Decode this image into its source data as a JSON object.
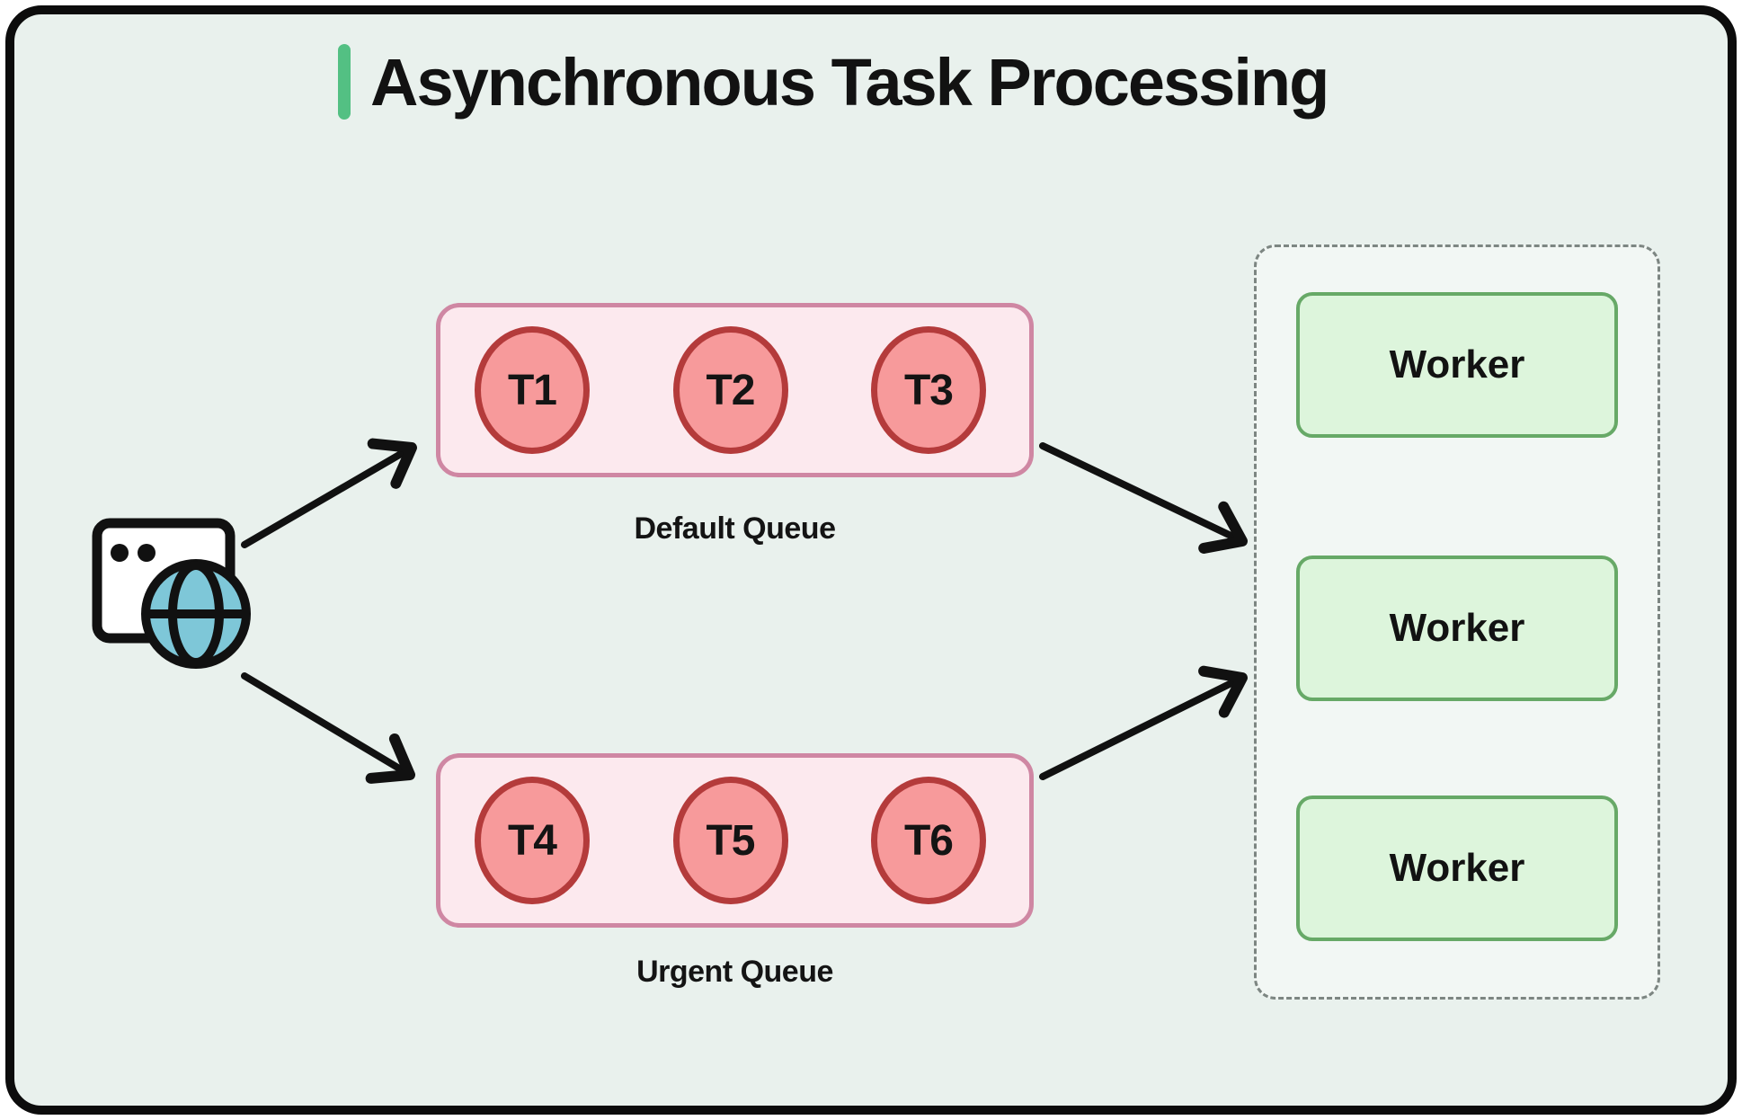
{
  "diagram": {
    "title": "Asynchronous Task Processing",
    "client": {
      "icon": "browser-globe-icon"
    },
    "queues": [
      {
        "label": "Default Queue",
        "tasks": [
          "T1",
          "T2",
          "T3"
        ]
      },
      {
        "label": "Urgent Queue",
        "tasks": [
          "T4",
          "T5",
          "T6"
        ]
      }
    ],
    "workers": [
      {
        "label": "Worker"
      },
      {
        "label": "Worker"
      },
      {
        "label": "Worker"
      }
    ],
    "colors": {
      "background": "#e9f1ed",
      "frame_border": "#0c0c0c",
      "title_accent": "#53c083",
      "queue_fill": "#fce9ee",
      "queue_border": "#cf87a3",
      "task_fill": "#f79a9b",
      "task_border": "#b43b3b",
      "worker_fill": "#ddf5dc",
      "worker_border": "#67a967",
      "worker_pool_fill": "#f2f7f4",
      "worker_pool_border": "#7d8682",
      "arrow": "#111111",
      "globe": "#7ec7d8"
    }
  }
}
